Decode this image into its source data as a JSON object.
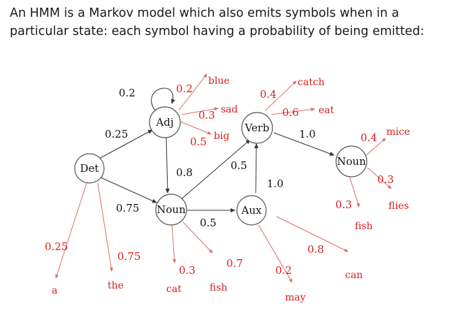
{
  "heading": {
    "line1": "An HMM is a Markov model which also emits symbols when in a",
    "line2": "particular state: each symbol having a probability of being emitted:"
  },
  "nodes": {
    "det": "Det",
    "adj": "Adj",
    "noun1": "Noun",
    "verb": "Verb",
    "aux": "Aux",
    "noun2": "Noun"
  },
  "transitions": {
    "adj_self": "0.2",
    "det_adj": "0.25",
    "adj_noun": "0.8",
    "det_noun": "0.75",
    "noun_verb": "0.5",
    "noun_aux": "0.5",
    "aux_verb": "1.0",
    "verb_noun": "1.0"
  },
  "emissions": {
    "adj": {
      "blue": "blue",
      "p_blue": "0.2",
      "sad": "sad",
      "p_sad": "0.3",
      "big": "big",
      "p_big": "0.5"
    },
    "verb": {
      "catch": "catch",
      "p_catch": "0.4",
      "eat": "eat",
      "p_eat": "0.6"
    },
    "noun2": {
      "mice": "mice",
      "p_mice": "0.4",
      "flies": "flies",
      "p_flies": "0.3",
      "fish": "fish",
      "p_fish": "0.3"
    },
    "det": {
      "a": "a",
      "p_a": "0.25",
      "the": "the",
      "p_the": "0.75"
    },
    "noun1": {
      "cat": "cat",
      "p_cat": "0.3",
      "fish": "fish",
      "p_fish": "0.7"
    },
    "aux": {
      "may": "may",
      "p_may": "0.2",
      "can": "can",
      "p_can": "0.8"
    }
  },
  "colors": {
    "black_edge": "#333333",
    "red_edge": "#e06a6a",
    "red_text": "#d81c1c"
  }
}
